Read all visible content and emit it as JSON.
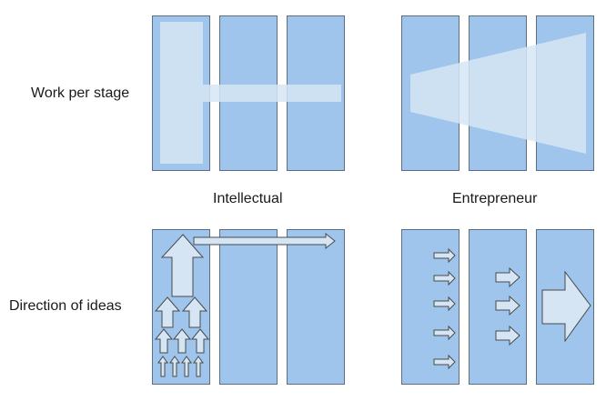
{
  "row_labels": {
    "work_per_stage": "Work per stage",
    "direction_of_ideas": "Direction of ideas"
  },
  "column_labels": {
    "intellectual": "Intellectual",
    "entrepreneur": "Entrepreneur"
  },
  "colors": {
    "panel_fill": "#9fc5ec",
    "panel_border": "#5b6e82",
    "overlay_fill": "#d6e5f4",
    "arrow_stroke": "#4a4a4a"
  }
}
